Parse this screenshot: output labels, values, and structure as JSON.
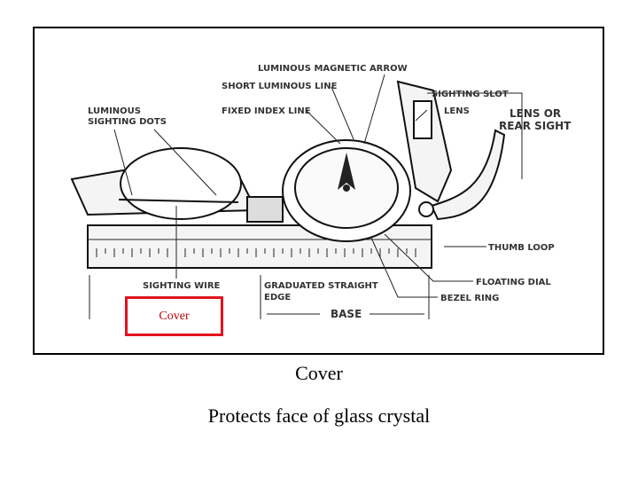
{
  "diagram": {
    "labels": {
      "luminous_magnetic_arrow": "LUMINOUS MAGNETIC ARROW",
      "short_luminous_line": "SHORT LUMINOUS LINE",
      "sighting_slot": "SIGHTING SLOT",
      "luminous_sighting_dots_1": "LUMINOUS",
      "luminous_sighting_dots_2": "SIGHTING DOTS",
      "fixed_index_line": "FIXED INDEX LINE",
      "lens": "LENS",
      "lens_or_rear_sight_1": "LENS OR",
      "lens_or_rear_sight_2": "REAR SIGHT",
      "thumb_loop": "THUMB LOOP",
      "floating_dial": "FLOATING DIAL",
      "sighting_wire": "SIGHTING WIRE",
      "graduated_straight_edge_1": "GRADUATED STRAIGHT",
      "graduated_straight_edge_2": "EDGE",
      "bezel_ring": "BEZEL RING",
      "base": "BASE"
    },
    "highlight_label": "Cover",
    "highlight_color": "#e0141e"
  },
  "caption": {
    "title": "Cover",
    "description": "Protects face of glass crystal"
  }
}
